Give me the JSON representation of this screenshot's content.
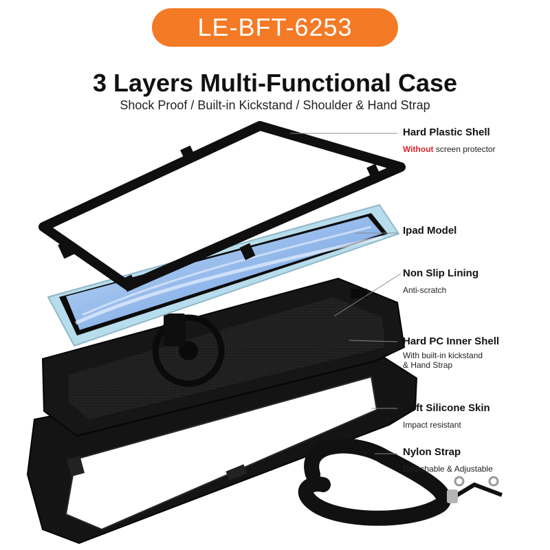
{
  "badge": "LE-BFT-6253",
  "title": "3 Layers Multi-Functional Case",
  "subtitle": "Shock Proof / Built-in Kickstand / Shoulder & Hand Strap",
  "colors": {
    "badge_bg": "#f47a26",
    "warning": "#d9232d",
    "case_black": "#111111",
    "screen_blue": "#9ec3ee"
  },
  "labels": [
    {
      "name": "Hard Plastic Shell",
      "desc_prefix": "Without",
      "desc": " screen protector"
    },
    {
      "name": "Ipad Model",
      "desc": ""
    },
    {
      "name": "Non Slip Lining",
      "desc": "Anti-scratch"
    },
    {
      "name": "Hard PC Inner Shell",
      "desc_line1": "With built-in kickstand",
      "desc_line2": "& Hand Strap"
    },
    {
      "name": "Soft Silicone Skin",
      "desc": "Impact resistant"
    },
    {
      "name": "Nylon Strap",
      "desc": "Detachable & Adjustable"
    }
  ]
}
